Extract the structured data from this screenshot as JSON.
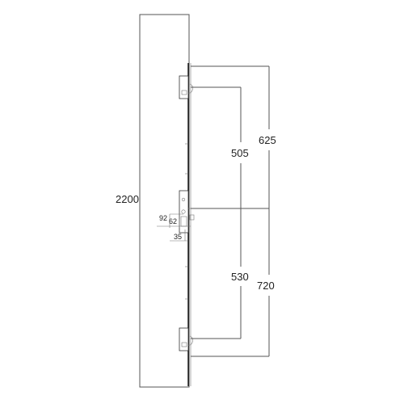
{
  "dimensions": {
    "total_height": "2200",
    "top_outer": "625",
    "top_inner": "505",
    "bottom_inner": "530",
    "bottom_outer": "720",
    "backset_92": "92",
    "backset_62": "62",
    "backset_35": "35"
  },
  "colors": {
    "line": "#555555",
    "plate": "#111111",
    "text": "#222222"
  }
}
